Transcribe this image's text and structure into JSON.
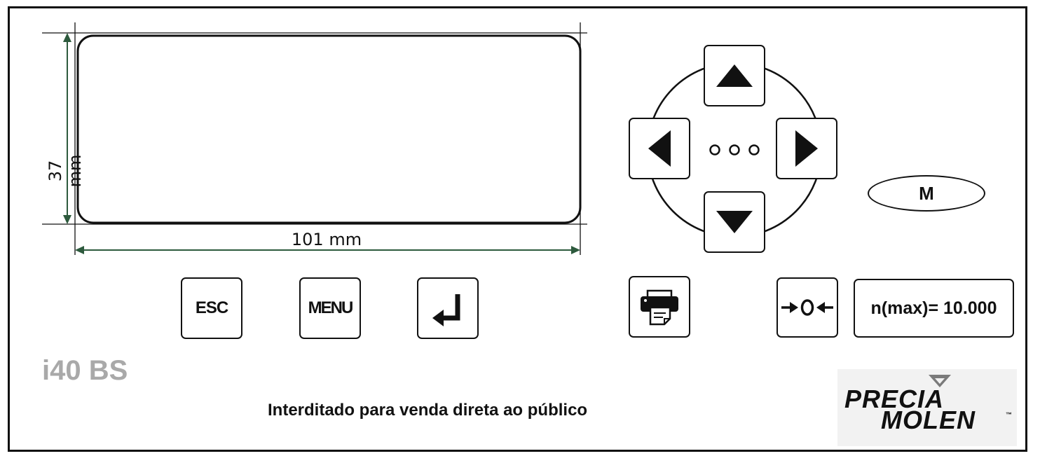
{
  "dimensions": {
    "height_label": "37 mm",
    "width_label": "101 mm"
  },
  "keys": {
    "esc": "ESC",
    "menu": "MENU",
    "m": "M",
    "nmax": "n(max)= 10.000",
    "zero": "O"
  },
  "model": "i40 BS",
  "notice": "Interditado para venda direta ao público",
  "brand": {
    "line1": "PRECIA",
    "line2": "MOLEN",
    "trademark": "™"
  },
  "icons": [
    "arrow-up-icon",
    "arrow-left-icon",
    "arrow-right-icon",
    "arrow-down-icon",
    "three-dots-icon",
    "enter-icon",
    "printer-icon",
    "zero-icon",
    "precia-molen-logo"
  ]
}
